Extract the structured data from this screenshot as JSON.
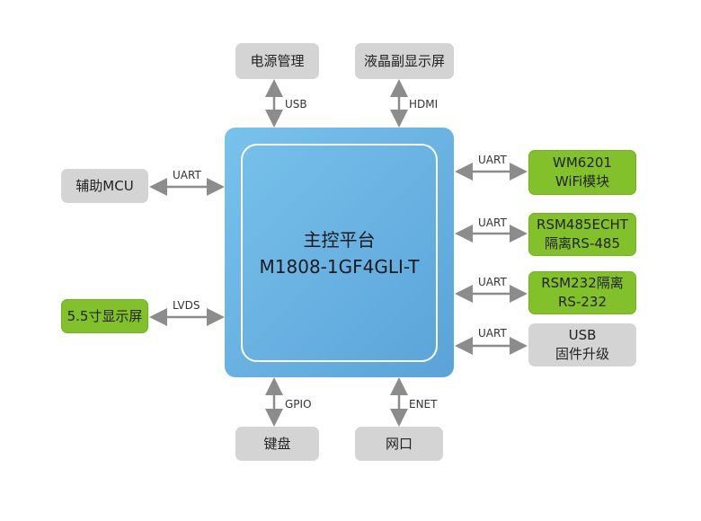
{
  "main": {
    "title": "主控平台",
    "model": "M1808-1GF4GLI-T",
    "color": "#68b2e3"
  },
  "top": [
    {
      "label": "电源管理",
      "link": "USB"
    },
    {
      "label": "液晶副显示屏",
      "link": "HDMI"
    }
  ],
  "bottom": [
    {
      "label": "键盘",
      "link": "GPIO"
    },
    {
      "label": "网口",
      "link": "ENET"
    }
  ],
  "left": [
    {
      "label": "辅助MCU",
      "link": "UART"
    },
    {
      "label": "5.5寸显示屏",
      "link": "LVDS"
    }
  ],
  "right": [
    {
      "line1": "WM6201",
      "line2": "WiFi模块",
      "link": "UART"
    },
    {
      "line1": "RSM485ECHT",
      "line2": "隔离RS-485",
      "link": "UART"
    },
    {
      "line1": "RSM232隔离",
      "line2": "RS-232",
      "link": "UART"
    },
    {
      "line1": "USB",
      "line2": "固件升级",
      "link": "UART"
    }
  ],
  "colors": {
    "green": "#82c12a",
    "gray": "#d4d4d4",
    "arrow": "#8c8c8c"
  }
}
